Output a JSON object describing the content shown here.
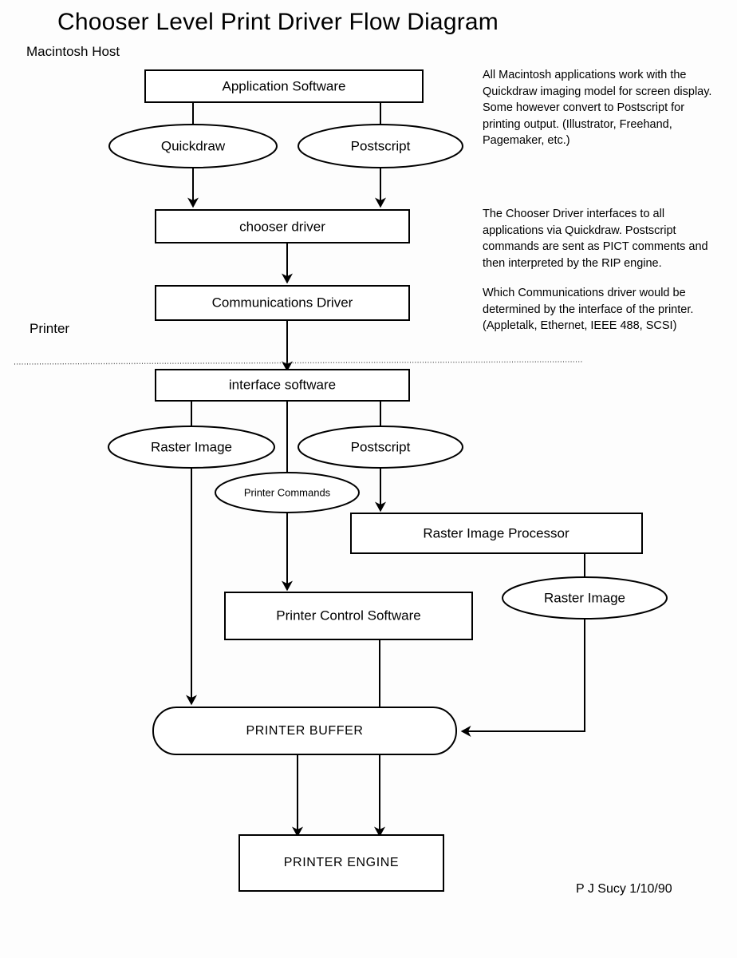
{
  "title": "Chooser Level Print Driver  Flow Diagram",
  "zones": {
    "host_label": "Macintosh Host",
    "printer_label": "Printer"
  },
  "nodes": {
    "application_software": "Application Software",
    "quickdraw": "Quickdraw",
    "postscript_top": "Postscript",
    "chooser_driver": "chooser driver",
    "communications_driver": "Communications Driver",
    "interface_software": "interface software",
    "raster_image_left": "Raster Image",
    "postscript_bottom": "Postscript",
    "printer_commands": "Printer Commands",
    "raster_image_processor": "Raster  Image Processor",
    "raster_image_right": "Raster Image",
    "printer_control_software": "Printer Control Software",
    "printer_buffer": "PRINTER  BUFFER",
    "printer_engine": "PRINTER ENGINE"
  },
  "notes": {
    "note_1": "All Macintosh applications  work with the Quickdraw imaging model for screen display. Some however convert to Postscript for printing output. (Illustrator, Freehand, Pagemaker, etc.)",
    "note_2": "The Chooser Driver interfaces to all applications via Quickdraw. Postscript commands are sent as PICT comments and then interpreted by the RIP engine.",
    "note_3": "Which Communications driver would be determined by the interface of the printer. (Appletalk, Ethernet, IEEE 488, SCSI)"
  },
  "signature": "P J Sucy 1/10/90",
  "colors": {
    "ink": "#000000",
    "paper": "#fdfdfd",
    "divider": "#555555"
  }
}
